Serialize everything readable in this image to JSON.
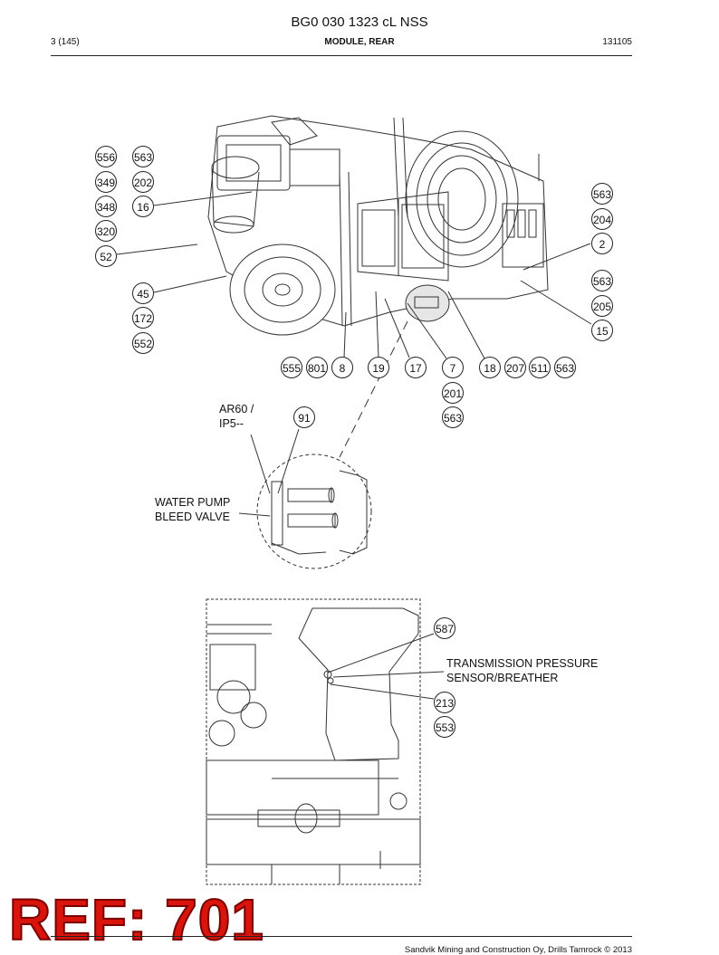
{
  "header": {
    "title": "BG0 030 1323 cL NSS",
    "page": "3 (145)",
    "section": "MODULE, REAR",
    "doc_number": "131105"
  },
  "callouts": {
    "c556": "556",
    "c563a": "563",
    "c349": "349",
    "c202": "202",
    "c348": "348",
    "c16": "16",
    "c320": "320",
    "c52": "52",
    "c45": "45",
    "c172": "172",
    "c552": "552",
    "c563b": "563",
    "c204": "204",
    "c2": "2",
    "c563c": "563",
    "c205": "205",
    "c15": "15",
    "c555": "555",
    "c801": "801",
    "c8": "8",
    "c19": "19",
    "c17": "17",
    "c7": "7",
    "c201": "201",
    "c563d": "563",
    "c18": "18",
    "c207": "207",
    "c511": "511",
    "c563e": "563",
    "c91": "91",
    "c587": "587",
    "c213": "213",
    "c553": "553"
  },
  "notes": {
    "ar60_line1": "AR60 /",
    "ar60_line2": "IP5--",
    "pump_line1": "WATER PUMP",
    "pump_line2": "BLEED VALVE",
    "trans_line1": "TRANSMISSION PRESSURE",
    "trans_line2": "SENSOR/BREATHER"
  },
  "stamp": "REF: 701",
  "footer": {
    "copyright": "Sandvik Mining and Construction Oy, Drills Tamrock © 2013"
  }
}
